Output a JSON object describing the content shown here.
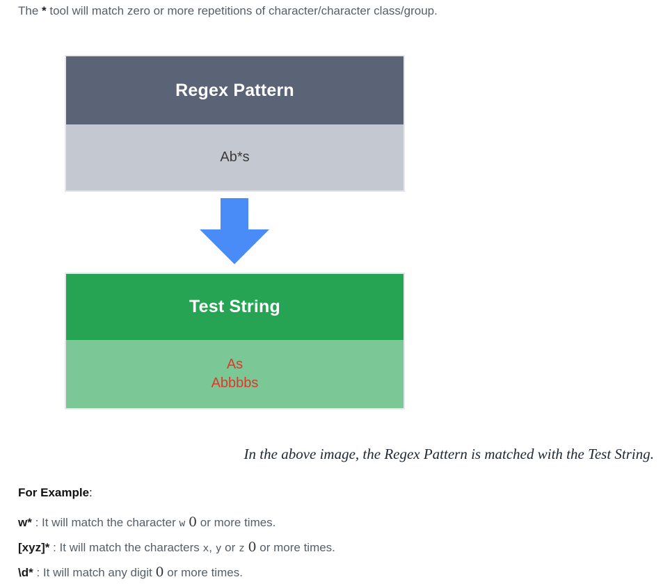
{
  "intro": {
    "prefix": "The ",
    "star": "*",
    "suffix": " tool will match zero or more repetitions of character/character class/group."
  },
  "diagram": {
    "pattern_box": {
      "header": "Regex Pattern",
      "value": "Ab*s"
    },
    "arrow_icon": "down-arrow",
    "test_box": {
      "header": "Test String",
      "lines": [
        "As",
        "Abbbbs"
      ]
    },
    "colors": {
      "pattern_header_bg": "#5b6377",
      "pattern_body_bg": "#c4c8d0",
      "test_header_bg": "#27a453",
      "test_body_bg": "#7bc796",
      "arrow_blue": "#4a8cf7",
      "match_text_red": "#e0362c"
    }
  },
  "caption": "In the above image, the Regex Pattern is matched with the Test String.",
  "examples": {
    "heading": "For Example",
    "colon": ":",
    "items": [
      {
        "pattern": "w*",
        "sep": " : ",
        "text1": "It will match the character ",
        "code1": "w",
        "pre_zero": " ",
        "zero": "0",
        "text2": " or more times."
      },
      {
        "pattern": "[xyz]*",
        "sep": " : ",
        "text1": "It will match the characters ",
        "code1": "x",
        "mid1": ", ",
        "code2": "y",
        "mid2": " or ",
        "code3": "z",
        "pre_zero": " ",
        "zero": "0",
        "text2": " or more times."
      },
      {
        "pattern": "\\d*",
        "sep": " : ",
        "text1": "It will match any digit ",
        "zero": "0",
        "text2": " or more times."
      }
    ]
  }
}
